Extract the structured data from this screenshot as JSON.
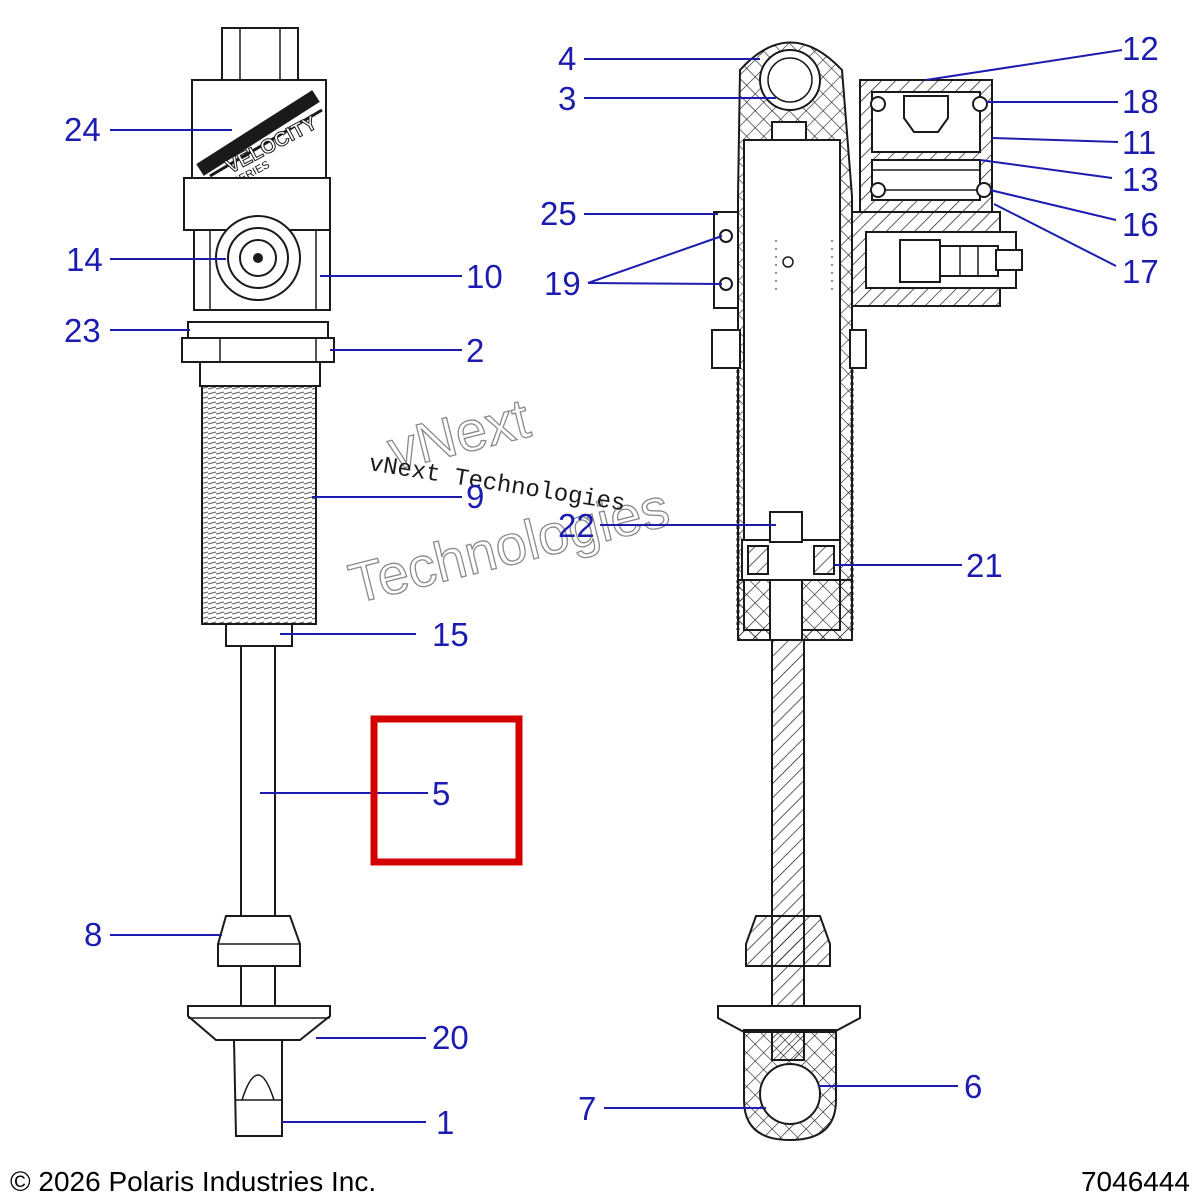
{
  "callouts": {
    "c1": "1",
    "c2": "2",
    "c3": "3",
    "c4": "4",
    "c5": "5",
    "c6": "6",
    "c7": "7",
    "c8": "8",
    "c9": "9",
    "c10": "10",
    "c11": "11",
    "c12": "12",
    "c13": "13",
    "c14": "14",
    "c15": "15",
    "c16": "16",
    "c17": "17",
    "c18": "18",
    "c19": "19",
    "c20": "20",
    "c21": "21",
    "c22": "22",
    "c23": "23",
    "c24": "24",
    "c25": "25"
  },
  "label_text": {
    "brand_main": "VELOCITY",
    "brand_sub": "SERIES"
  },
  "watermark": {
    "line1": "vNext",
    "line2": "Technologies",
    "stamp": "vNext Technologies"
  },
  "highlight": {
    "color": "#d40000"
  },
  "colors": {
    "callout": "#1c1cb0"
  },
  "footer": {
    "copyright": "© 2026 Polaris Industries Inc.",
    "drawing_number": "7046444"
  }
}
